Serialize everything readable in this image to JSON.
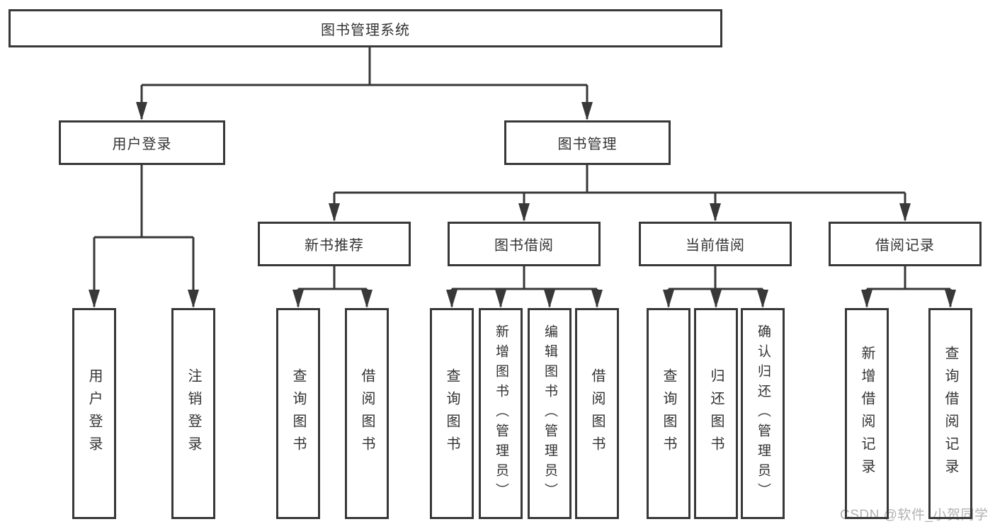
{
  "diagram": {
    "root": {
      "label": "图书管理系统"
    },
    "branches": [
      {
        "label": "用户登录",
        "children": [
          {
            "label": "用户登录"
          },
          {
            "label": "注销登录"
          }
        ]
      },
      {
        "label": "图书管理",
        "children": [
          {
            "label": "新书推荐",
            "children": [
              {
                "label": "查询图书"
              },
              {
                "label": "借阅图书"
              }
            ]
          },
          {
            "label": "图书借阅",
            "children": [
              {
                "label": "查询图书"
              },
              {
                "label": "新增图书（管理员）"
              },
              {
                "label": "编辑图书（管理员）"
              },
              {
                "label": "借阅图书"
              }
            ]
          },
          {
            "label": "当前借阅",
            "children": [
              {
                "label": "查询图书"
              },
              {
                "label": "归还图书"
              },
              {
                "label": "确认归还（管理员）"
              }
            ]
          },
          {
            "label": "借阅记录",
            "children": [
              {
                "label": "新增借阅记录"
              },
              {
                "label": "查询借阅记录"
              }
            ]
          }
        ]
      }
    ]
  },
  "watermark": {
    "text": "CSDN @软件_小贺同学"
  },
  "colors": {
    "line": "#383838",
    "box_border": "#383838",
    "box_background": "#ffffff",
    "text": "#333333",
    "watermark": "#b2b2b2"
  }
}
